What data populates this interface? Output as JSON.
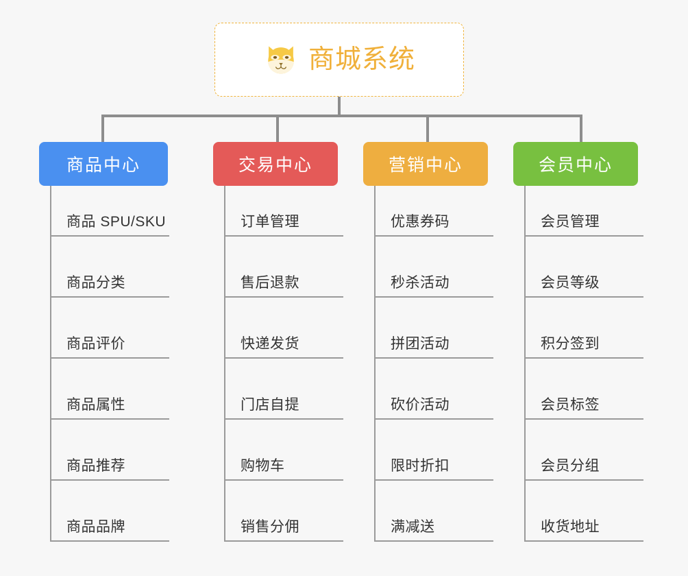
{
  "root": {
    "title": "商城系统",
    "icon": "shiba-dog-icon",
    "border_color": "#f0b43c",
    "text_color": "#f0b03a",
    "background": "#ffffff"
  },
  "canvas": {
    "background": "#f7f7f7",
    "connector_color": "#8d8d8d"
  },
  "columns": [
    {
      "label": "商品中心",
      "color": "#4a90f0",
      "items": [
        "商品 SPU/SKU",
        "商品分类",
        "商品评价",
        "商品属性",
        "商品推荐",
        "商品品牌"
      ]
    },
    {
      "label": "交易中心",
      "color": "#e45a58",
      "items": [
        "订单管理",
        "售后退款",
        "快递发货",
        "门店自提",
        "购物车",
        "销售分佣"
      ]
    },
    {
      "label": "营销中心",
      "color": "#eeae40",
      "items": [
        "优惠券码",
        "秒杀活动",
        "拼团活动",
        "砍价活动",
        "限时折扣",
        "满减送"
      ]
    },
    {
      "label": "会员中心",
      "color": "#78c040",
      "items": [
        "会员管理",
        "会员等级",
        "积分签到",
        "会员标签",
        "会员分组",
        "收货地址"
      ]
    }
  ]
}
